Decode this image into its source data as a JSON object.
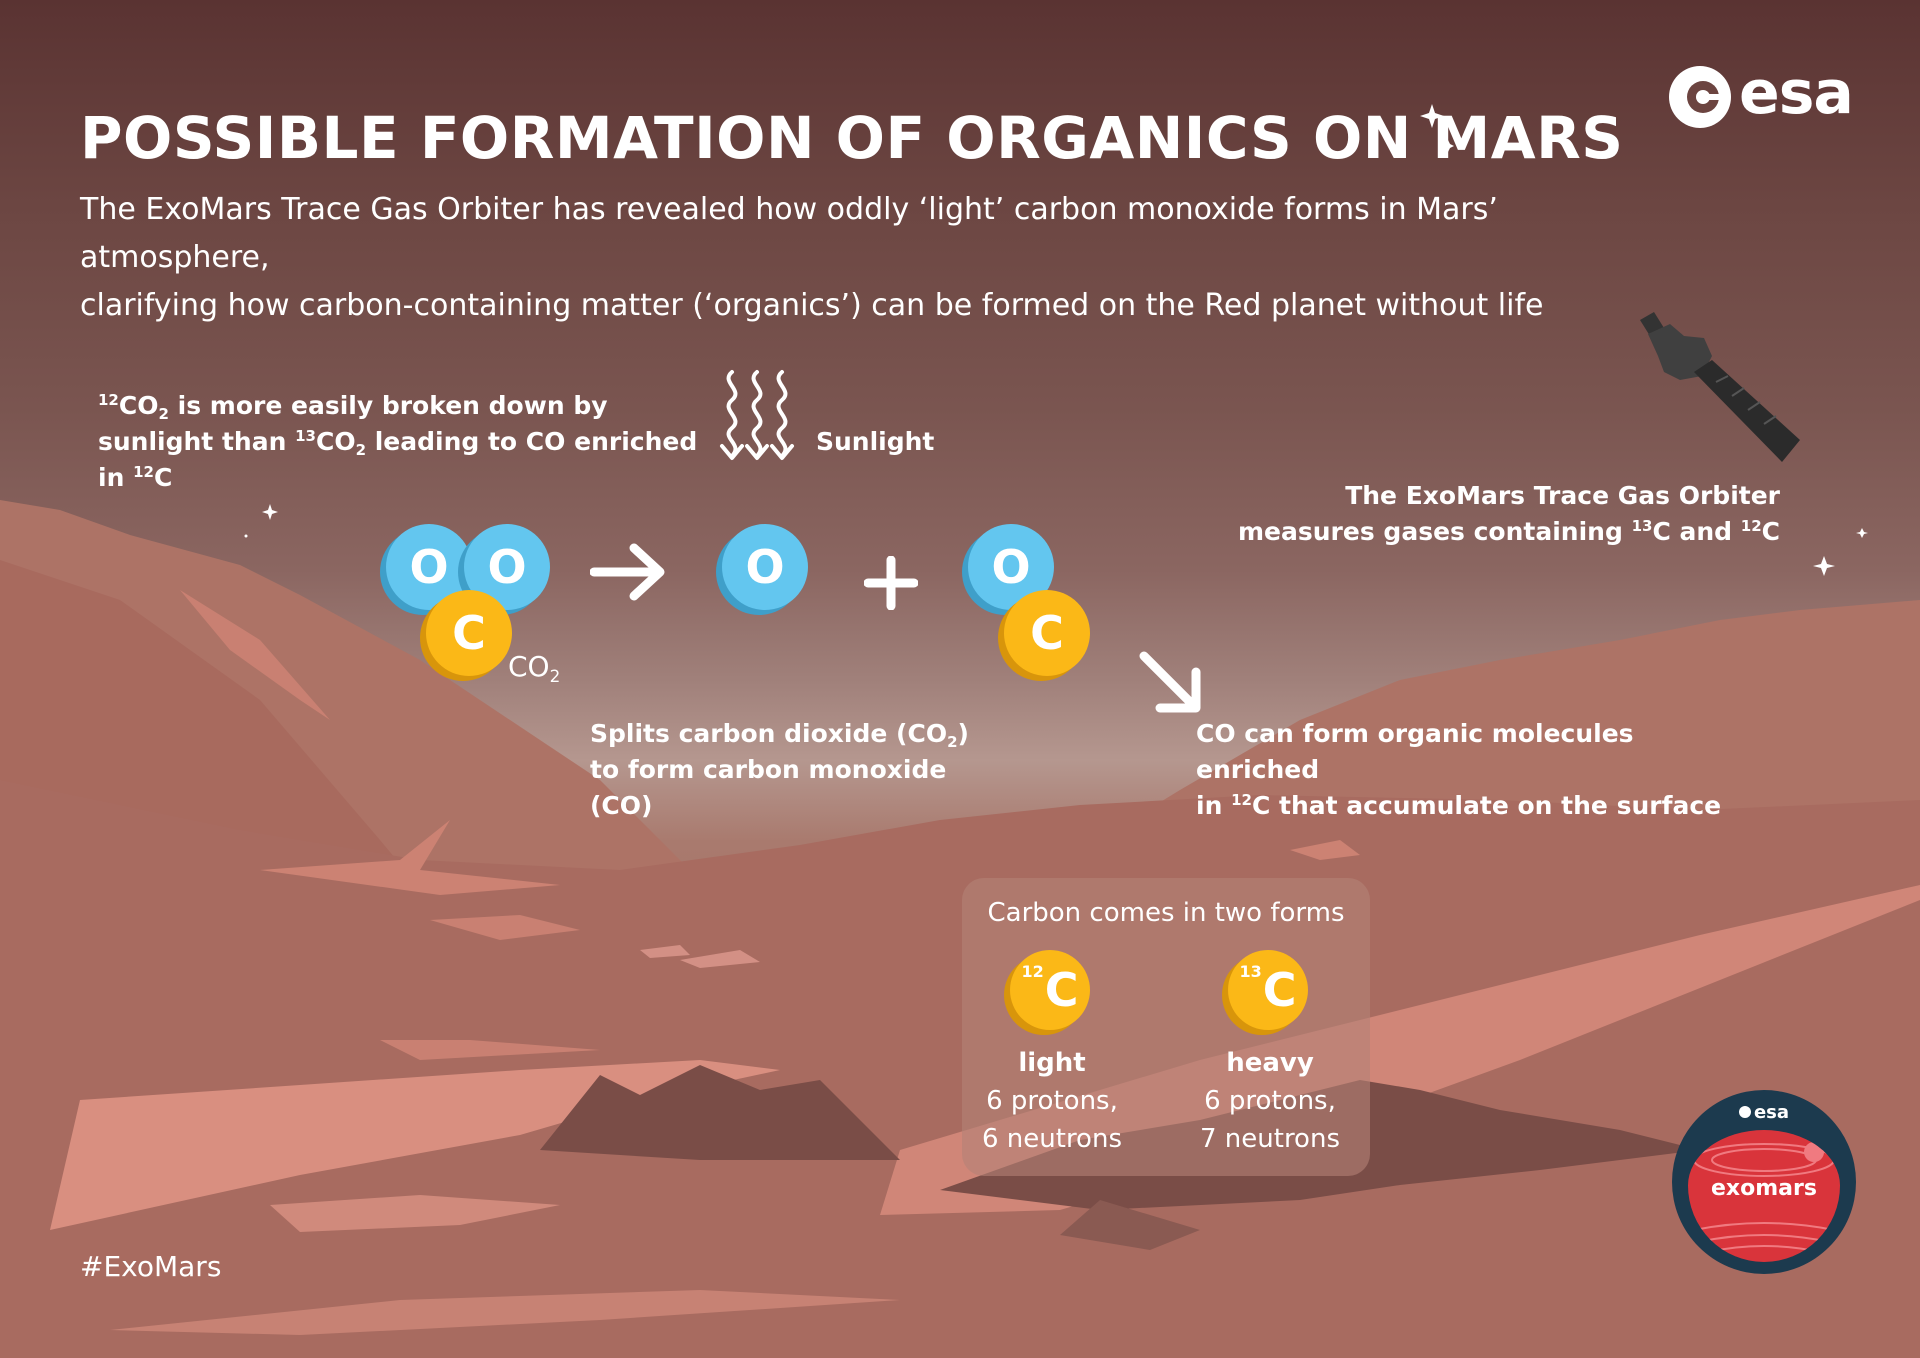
{
  "header": {
    "title": "POSSIBLE FORMATION OF ORGANICS ON MARS",
    "subtitle_line1": "The ExoMars Trace Gas Orbiter has revealed how oddly ‘light’ carbon monoxide forms in Mars’ atmosphere,",
    "subtitle_line2": "clarifying how carbon-containing matter (‘organics’) can be formed on the Red planet without life",
    "logo_text": "esa"
  },
  "sunlight_note": {
    "l1_a": "12",
    "l1_b": "CO",
    "l1_c": "2",
    "l1_d": " is more easily broken down by",
    "l2_a": "sunlight than ",
    "l2_b": "13",
    "l2_c": "CO",
    "l2_d": "2",
    "l2_e": " leading to CO enriched in ",
    "l2_f": "12",
    "l2_g": "C",
    "sunlight_label": "Sunlight"
  },
  "orbiter_note": {
    "l1": "The ExoMars Trace Gas Orbiter",
    "l2_a": "measures gases containing ",
    "l2_b": "13",
    "l2_c": "C and ",
    "l2_d": "12",
    "l2_e": "C"
  },
  "reaction": {
    "oxygen": "O",
    "carbon": "C",
    "co2_label": "CO",
    "co2_sub": "2",
    "split_l1_a": "Splits carbon dioxide (CO",
    "split_l1_b": "2",
    "split_l1_c": ")",
    "split_l2": "to form carbon monoxide (CO)",
    "organic_l1": "CO can form organic molecules enriched",
    "organic_l2_a": "in ",
    "organic_l2_b": "12",
    "organic_l2_c": "C that accumulate on the surface"
  },
  "isotopes": {
    "heading": "Carbon comes in two forms",
    "light": {
      "mass": "12",
      "symbol": "C",
      "name": "light",
      "protons": "6 protons,",
      "neutrons": "6 neutrons"
    },
    "heavy": {
      "mass": "13",
      "symbol": "C",
      "name": "heavy",
      "protons": "6 protons,",
      "neutrons": "7 neutrons"
    }
  },
  "footer": {
    "hashtag": "#ExoMars",
    "badge_agency": "esa",
    "badge_mission": "exomars"
  },
  "colors": {
    "oxygen": "#63c6ef",
    "carbon": "#fbb817",
    "badge_ring": "#1c3a4e",
    "badge_planet": "#d9343b"
  }
}
